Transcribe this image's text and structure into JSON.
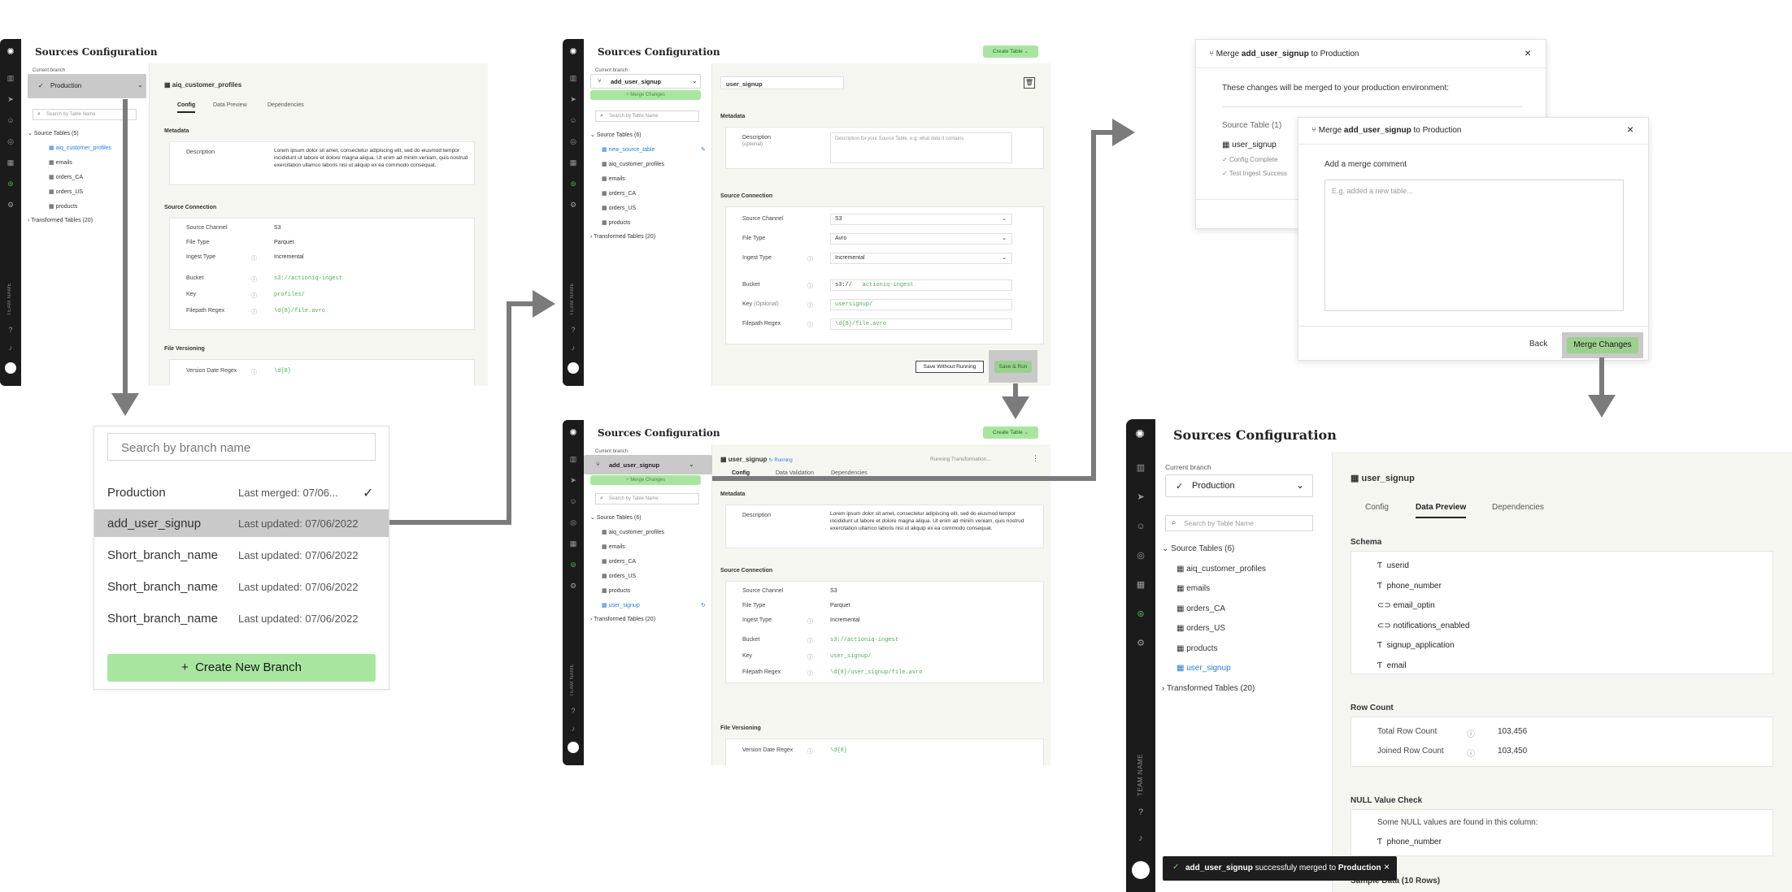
{
  "app": {
    "title": "Sources Configuration",
    "team_name": "TEAM NAME",
    "current_branch_label": "Current branch",
    "search_table_placeholder": "Search by Table Name",
    "create_table": "Create Table",
    "merge_changes": "Merge Changes"
  },
  "colors": {
    "accent_green": "#a8e6a0",
    "rail": "#1b1b1b",
    "link_blue": "#2b7bd6",
    "code_green": "#4caf50"
  },
  "screen1": {
    "branch": "Production",
    "table_title": "aiq_customer_profiles",
    "tabs": [
      "Config",
      "Data Preview",
      "Dependencies"
    ],
    "source_tables": "Source Tables (5)",
    "tables": [
      "aiq_customer_profiles",
      "emails",
      "orders_CA",
      "orders_US",
      "products"
    ],
    "transformed": "Transformed Tables (20)",
    "metadata": "Metadata",
    "description_label": "Description",
    "description": "Lorem ipsum dolor sit amet, consectetur adipiscing elit, sed do eiusmod tempor incididunt ut labore et dolore magna aliqua. Ut enim ad minim veniam, quis nostrud exercitation ullamco laboris nisi ut aliquip ex ea commodo consequat.",
    "source_connection": "Source Connection",
    "fields": [
      {
        "label": "Source Channel",
        "value": "S3"
      },
      {
        "label": "File Type",
        "value": "Parquet"
      },
      {
        "label": "Ingest Type",
        "value": "Incremental"
      }
    ],
    "code_fields": [
      {
        "label": "Bucket",
        "value": "s3://actioniq-ingest"
      },
      {
        "label": "Key",
        "value": "profiles/"
      },
      {
        "label": "Filepath Regex",
        "value": "\\d{8}/file.avro"
      }
    ],
    "file_versioning": "File Versioning",
    "version_label": "Version Date Regex",
    "version_value": "\\d{8}"
  },
  "dropdown": {
    "search_placeholder": "Search by branch name",
    "items": [
      {
        "name": "Production",
        "meta": "Last merged: 07/06...",
        "check": "✓"
      },
      {
        "name": "add_user_signup",
        "meta": "Last updated: 07/06/2022"
      },
      {
        "name": "Short_branch_name",
        "meta": "Last updated: 07/06/2022"
      },
      {
        "name": "Short_branch_name",
        "meta": "Last updated: 07/06/2022"
      },
      {
        "name": "Short_branch_name",
        "meta": "Last updated: 07/06/2022"
      }
    ],
    "create_new": "Create New Branch"
  },
  "screen2": {
    "branch": "add_user_signup",
    "table_name_value": "user_signup",
    "source_tables": "Source Tables (6)",
    "tables": [
      "new_source_table",
      "aiq_customer_profiles",
      "emails",
      "orders_CA",
      "orders_US",
      "products"
    ],
    "transformed": "Transformed Tables (20)",
    "metadata": "Metadata",
    "description_label": "Description",
    "description_optional": "(optional)",
    "description_placeholder": "Description for your Source Table, e.g. what data it contains",
    "source_connection": "Source Connection",
    "selects": [
      {
        "label": "Source Channel",
        "value": "S3"
      },
      {
        "label": "File Type",
        "value": "Avro"
      },
      {
        "label": "Ingest Type",
        "value": "Incremental"
      }
    ],
    "bucket_label": "Bucket",
    "bucket_prefix": "s3://",
    "bucket_value": "actioniq-ingest",
    "key_label": "Key",
    "key_optional": "(Optional)",
    "key_value": "usersignup/",
    "regex_label": "Filepath Regex",
    "regex_value": "\\d{8}/file.avro",
    "save_without": "Save Without Running",
    "save_run": "Save & Run"
  },
  "screen3": {
    "branch": "add_user_signup",
    "table_title": "user_signup",
    "status": "Running",
    "running_text": "Running Transformation...",
    "tabs": [
      "Config",
      "Data Validation",
      "Dependencies"
    ],
    "source_tables": "Source Tables (6)",
    "tables": [
      "aiq_customer_profiles",
      "emails",
      "orders_CA",
      "orders_US",
      "products",
      "user_signup"
    ],
    "transformed": "Transformed Tables (20)",
    "metadata": "Metadata",
    "description_label": "Description",
    "description": "Lorem ipsum dolor sit amet, consectetur adipiscing elit, sed do eiusmod tempor incididunt ut labore et dolore magna aliqua. Ut enim ad minim veniam, quis nostrud exercitation ullamco laboris nisi ut aliquip ex ea commodo consequat.",
    "source_connection": "Source Connection",
    "fields": [
      {
        "label": "Source Channel",
        "value": "S3"
      },
      {
        "label": "File Type",
        "value": "Parquet"
      },
      {
        "label": "Ingest Type",
        "value": "Incremental"
      }
    ],
    "code_fields": [
      {
        "label": "Bucket",
        "value": "s3://actioniq-ingest"
      },
      {
        "label": "Key",
        "value": "user_signup/"
      },
      {
        "label": "Filepath Regex",
        "value": "\\d{8}/user_signup/file.avro"
      }
    ],
    "file_versioning": "File Versioning",
    "version_label": "Version Date Regex",
    "version_value": "\\d{8}"
  },
  "merge_back": {
    "title_prefix": "Merge",
    "branch": "add_user_signup",
    "title_mid": "to",
    "target": "Production",
    "intro": "These changes will be merged to your production environment:",
    "source_table": "Source Table (1)",
    "table": "user_signup",
    "checks": [
      "Config Complete",
      "Test Ingest Success"
    ]
  },
  "merge_front": {
    "title_prefix": "Merge",
    "branch": "add_user_signup",
    "title_mid": "to",
    "target": "Production",
    "comment_label": "Add a merge comment",
    "comment_placeholder": "E.g. added a new table...",
    "back": "Back",
    "merge": "Merge Changes"
  },
  "screen4": {
    "branch": "Production",
    "table_title": "user_signup",
    "tabs": [
      "Config",
      "Data Preview",
      "Dependencies"
    ],
    "source_tables": "Source Tables (6)",
    "tables": [
      "aiq_customer_profiles",
      "emails",
      "orders_CA",
      "orders_US",
      "products",
      "user_signup"
    ],
    "transformed": "Transformed Tables (20)",
    "schema": "Schema",
    "schema_fields": [
      "userid",
      "phone_number",
      "email_optin",
      "notifications_enabled",
      "signup_application",
      "email"
    ],
    "row_count": "Row Count",
    "rows": [
      {
        "label": "Total Row Count",
        "value": "103,456"
      },
      {
        "label": "Joined Row Count",
        "value": "103,450"
      }
    ],
    "null_check": "NULL Value Check",
    "null_text": "Some NULL values are found in this column:",
    "null_field": "phone_number",
    "sample": "Sample Data (10 Rows)"
  },
  "toast": {
    "branch": "add_user_signup",
    "middle": "successfuly merged to",
    "target": "Production"
  }
}
